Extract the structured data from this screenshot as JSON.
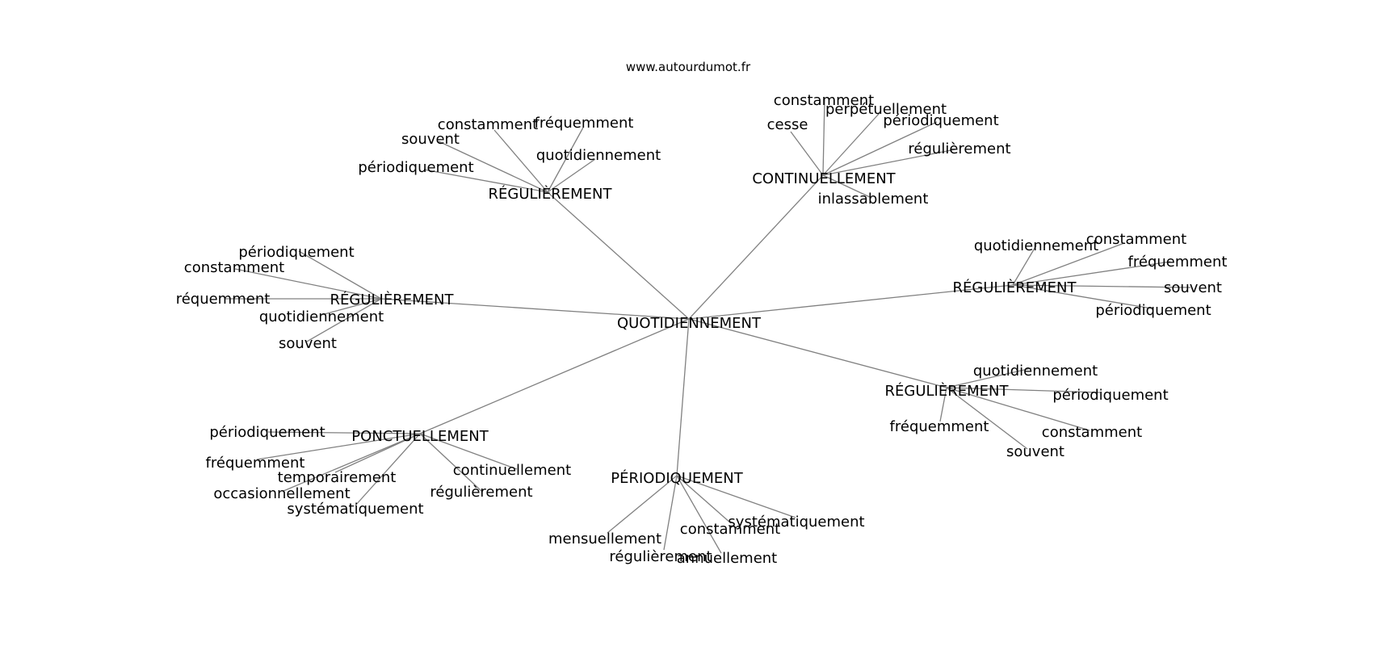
{
  "source": "www.autourdumot.fr",
  "center": "QUOTIDIENNEMENT",
  "colors": {
    "edge": "#808080",
    "text": "#000000",
    "background": "#ffffff"
  },
  "clusters": [
    {
      "label": "RÉGULIÈREMENT",
      "leaves": [
        "constamment",
        "fréquemment",
        "souvent",
        "quotidiennement",
        "périodiquement"
      ]
    },
    {
      "label": "CONTINUELLEMENT",
      "leaves": [
        "constamment",
        "perpétuellement",
        "cesse",
        "périodiquement",
        "régulièrement",
        "inlassablement"
      ]
    },
    {
      "label": "RÉGULIÈREMENT",
      "leaves": [
        "périodiquement",
        "constamment",
        "réquemment",
        "quotidiennement",
        "souvent"
      ]
    },
    {
      "label": "RÉGULIÈREMENT",
      "leaves": [
        "quotidiennement",
        "constamment",
        "fréquemment",
        "souvent",
        "périodiquement"
      ]
    },
    {
      "label": "RÉGULIÈREMENT",
      "leaves": [
        "quotidiennement",
        "périodiquement",
        "fréquemment",
        "constamment",
        "souvent"
      ]
    },
    {
      "label": "PONCTUELLEMENT",
      "leaves": [
        "périodiquement",
        "fréquemment",
        "temporairement",
        "occasionnellement",
        "systématiquement",
        "continuellement",
        "régulièrement"
      ]
    },
    {
      "label": "PÉRIODIQUEMENT",
      "leaves": [
        "mensuellement",
        "régulièrement",
        "constamment",
        "systématiquement",
        "annuellement"
      ]
    }
  ]
}
